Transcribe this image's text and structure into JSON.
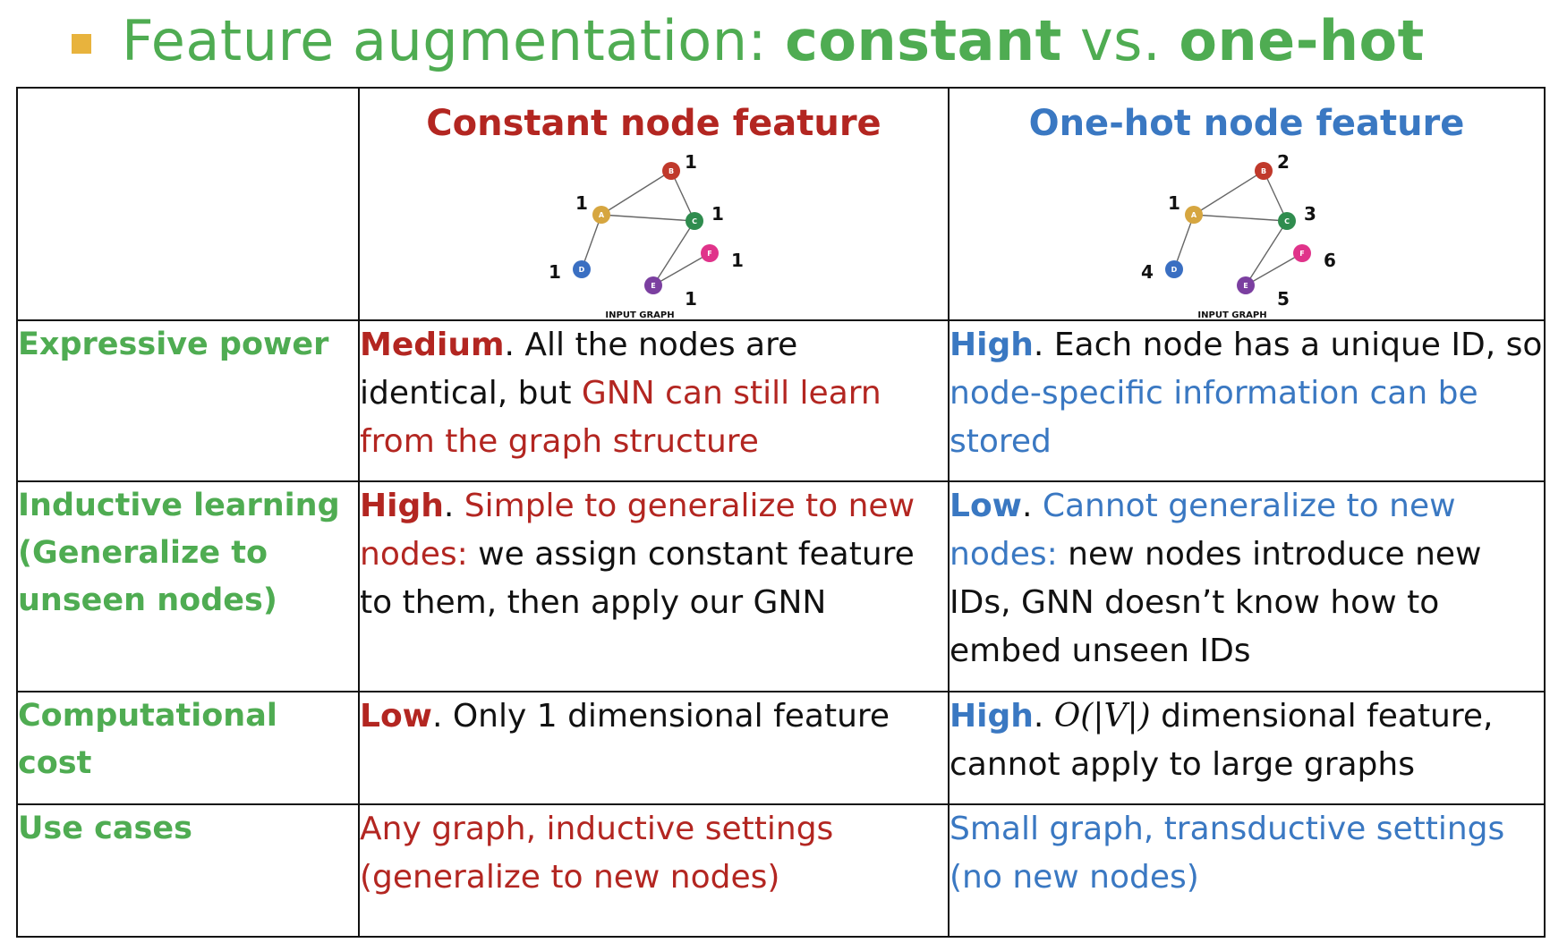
{
  "title": {
    "prefix": "Feature augmentation: ",
    "kw1": "constant",
    "mid": " vs. ",
    "kw2": "one-hot"
  },
  "colors": {
    "green": "#4fac52",
    "red": "#b32621",
    "blue": "#3a78c2",
    "bullet": "#e8b33d"
  },
  "headers": {
    "constant": "Constant node feature",
    "onehot": "One-hot node feature"
  },
  "graph": {
    "caption": "INPUT GRAPH",
    "node_letters": [
      "A",
      "B",
      "C",
      "D",
      "E",
      "F"
    ],
    "constant_values": [
      "1",
      "1",
      "1",
      "1",
      "1",
      "1"
    ],
    "onehot_values": [
      "1",
      "2",
      "3",
      "4",
      "5",
      "6"
    ]
  },
  "rows": {
    "expressive": {
      "label": "Expressive power",
      "constant": {
        "kw": "Medium",
        "t1": ". All the nodes are identical, but ",
        "t2": "GNN can still learn from the graph structure"
      },
      "onehot": {
        "kw": "High",
        "t1": ". Each node has a unique ID, so ",
        "t2": "node-specific information can be stored"
      }
    },
    "inductive": {
      "label": "Inductive learning (Generalize to unseen nodes)",
      "constant": {
        "kw": "High",
        "t1": ". ",
        "t2": "Simple to generalize to new nodes:",
        "t3": " we assign constant feature to them, then apply our GNN"
      },
      "onehot": {
        "kw": "Low",
        "t1": ". ",
        "t2": "Cannot generalize to new nodes:",
        "t3": " new nodes introduce new IDs, GNN doesn’t know how to embed unseen IDs"
      }
    },
    "cost": {
      "label": "Computational cost",
      "constant": {
        "kw": "Low",
        "t1": ". Only 1 dimensional feature"
      },
      "onehot": {
        "kw": "High",
        "t1": ". ",
        "math": "O(|V|)",
        "t2": " dimensional feature, cannot apply to large graphs"
      }
    },
    "usecases": {
      "label": "Use cases",
      "constant": "Any graph, inductive settings (generalize to new nodes)",
      "onehot": "Small graph, transductive settings (no new nodes)"
    }
  }
}
